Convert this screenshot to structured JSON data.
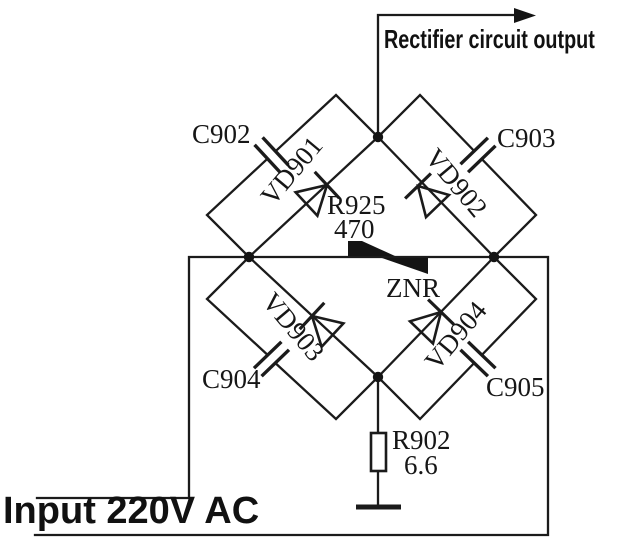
{
  "colors": {
    "line": "#1b1b1b",
    "background": "#ffffff",
    "symbol_fill": "#141414"
  },
  "output": {
    "label": "Rectifier circuit output"
  },
  "input": {
    "label": "Input 220V AC"
  },
  "components": {
    "c902": {
      "ref": "C902",
      "type": "capacitor"
    },
    "c903": {
      "ref": "C903",
      "type": "capacitor"
    },
    "c904": {
      "ref": "C904",
      "type": "capacitor"
    },
    "c905": {
      "ref": "C905",
      "type": "capacitor"
    },
    "vd901": {
      "ref": "VD901",
      "type": "diode"
    },
    "vd902": {
      "ref": "VD902",
      "type": "diode"
    },
    "vd903": {
      "ref": "VD903",
      "type": "diode"
    },
    "vd904": {
      "ref": "VD904",
      "type": "diode"
    },
    "r925": {
      "ref": "R925",
      "value": "470",
      "type": "resistor"
    },
    "znr": {
      "ref": "ZNR",
      "type": "varistor"
    },
    "r902": {
      "ref": "R902",
      "value": "6.6",
      "type": "resistor"
    }
  }
}
